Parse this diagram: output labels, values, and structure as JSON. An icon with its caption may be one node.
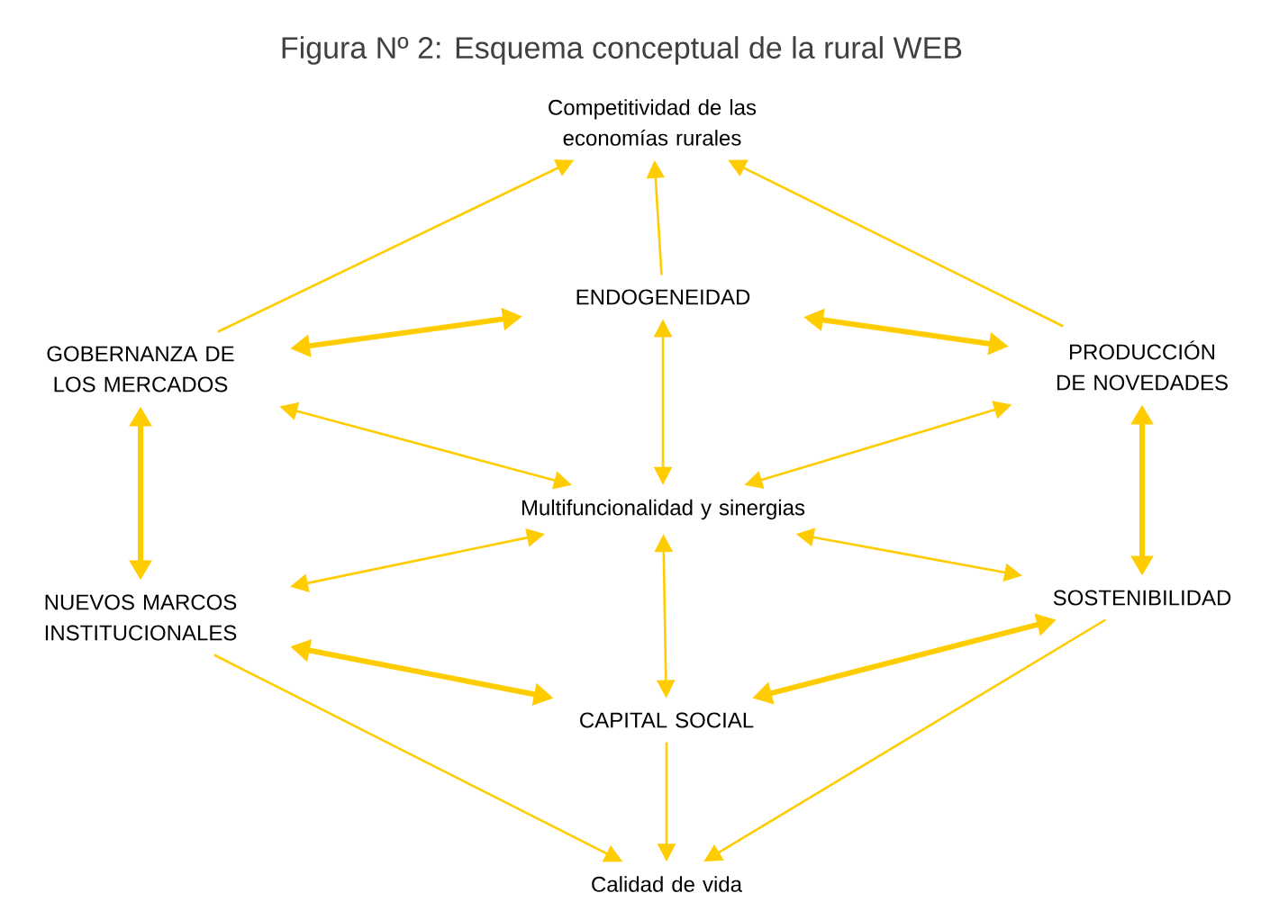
{
  "diagram": {
    "title": "Figura Nº 2: Esquema conceptual de la rural WEB",
    "nodes": [
      {
        "text": [
          "Competitividad de las economías rurales"
        ]
      },
      {
        "text": [
          "ENDOGENEIDAD"
        ]
      },
      {
        "text": [
          "GOBERNANZA DE LOS MERCADOS"
        ]
      },
      {
        "text": [
          "PRODUCCIÓN DE NOVEDADES"
        ]
      },
      {
        "text": [
          "Multifuncionalidad y sinergias"
        ]
      },
      {
        "text": [
          "NUEVOS MARCOS INSTITUCIONALES"
        ]
      },
      {
        "text": [
          "SOSTENIBILIDAD"
        ]
      },
      {
        "text": [
          "CAPITAL SOCIAL"
        ]
      },
      {
        "text": [
          "Calidad de vida"
        ]
      }
    ],
    "edges": [
      {
        "from": 2,
        "to": 0,
        "arrow": "to"
      },
      {
        "from": 1,
        "to": 0,
        "arrow": "to"
      },
      {
        "from": 3,
        "to": 0,
        "arrow": "to"
      },
      {
        "from": 1,
        "to": 2,
        "arrow": "both",
        "style": "thick"
      },
      {
        "from": 1,
        "to": 3,
        "arrow": "both",
        "style": "thick"
      },
      {
        "from": 1,
        "to": 4,
        "arrow": "both"
      },
      {
        "from": 2,
        "to": 4,
        "arrow": "both"
      },
      {
        "from": 3,
        "to": 4,
        "arrow": "both"
      },
      {
        "from": 2,
        "to": 5,
        "arrow": "both",
        "style": "thick"
      },
      {
        "from": 3,
        "to": 6,
        "arrow": "both",
        "style": "thick"
      },
      {
        "from": 4,
        "to": 5,
        "arrow": "both"
      },
      {
        "from": 4,
        "to": 6,
        "arrow": "both"
      },
      {
        "from": 4,
        "to": 7,
        "arrow": "both"
      },
      {
        "from": 5,
        "to": 7,
        "arrow": "both",
        "style": "thick"
      },
      {
        "from": 6,
        "to": 7,
        "arrow": "both",
        "style": "thick"
      },
      {
        "from": 7,
        "to": 8,
        "arrow": "to"
      },
      {
        "from": 5,
        "to": 8,
        "arrow": "to"
      },
      {
        "from": 6,
        "to": 8,
        "arrow": "to"
      }
    ]
  }
}
